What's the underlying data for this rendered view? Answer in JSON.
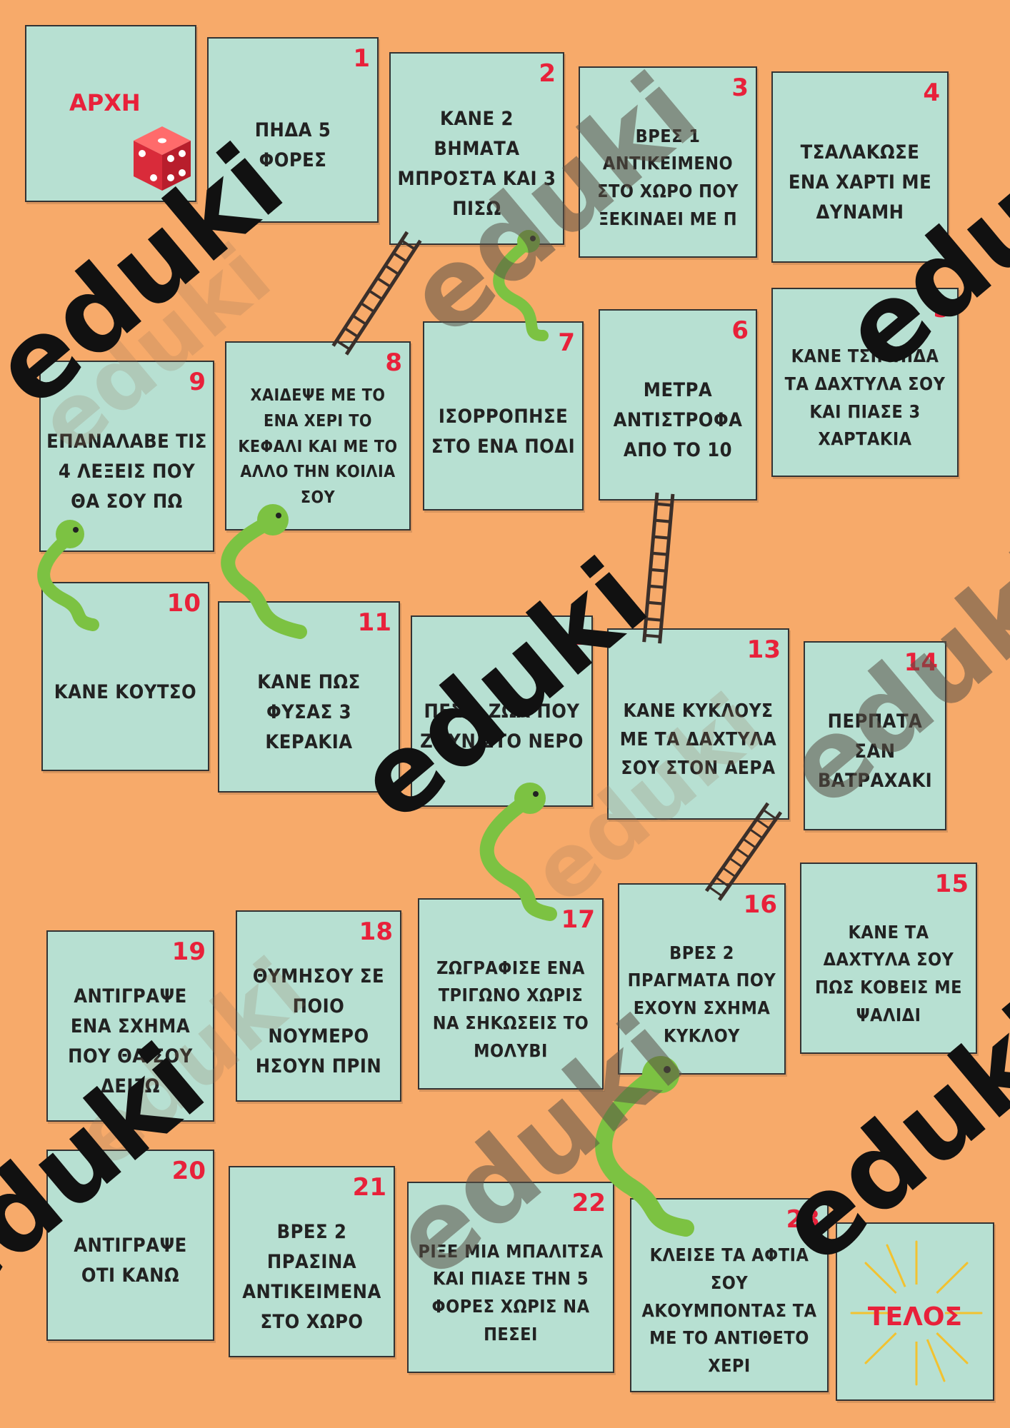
{
  "start": {
    "label": "ΑΡΧΗ"
  },
  "end": {
    "label": "ΤΕΛΟΣ"
  },
  "watermark": "eduki",
  "tiles": [
    {
      "n": "1",
      "text": "ΠΗΔΑ 5 ΦΟΡΕΣ"
    },
    {
      "n": "2",
      "text": "ΚΑΝΕ 2 ΒΗΜΑΤΑ ΜΠΡΟΣΤΑ ΚΑΙ 3 ΠΙΣΩ"
    },
    {
      "n": "3",
      "text": "ΒΡΕΣ 1 ΑΝΤΙΚΕΙΜΕΝΟ ΣΤΟ ΧΩΡΟ ΠΟΥ ΞΕΚΙΝΑΕΙ ΜΕ Π"
    },
    {
      "n": "4",
      "text": "ΤΣΑΛΑΚΩΣΕ ΕΝΑ ΧΑΡΤΙ ΜΕ ΔΥΝΑΜΗ"
    },
    {
      "n": "5",
      "text": "ΚΑΝΕ ΤΣΙΜΠΙΔΑ ΤΑ ΔΑΧΤΥΛΑ ΣΟΥ ΚΑΙ ΠΙΑΣΕ 3 ΧΑΡΤΑΚΙΑ"
    },
    {
      "n": "6",
      "text": "ΜΕΤΡΑ ΑΝΤΙΣΤΡΟΦΑ ΑΠΟ ΤΟ 10"
    },
    {
      "n": "7",
      "text": "ΙΣΟΡΡΟΠΗΣΕ ΣΤΟ ΕΝΑ ΠΟΔΙ"
    },
    {
      "n": "8",
      "text": "ΧΑΙΔΕΨΕ ΜΕ ΤΟ ΕΝΑ ΧΕΡΙ ΤΟ ΚΕΦΑΛΙ ΚΑΙ ΜΕ ΤΟ ΑΛΛΟ ΤΗΝ ΚΟΙΛΙΑ ΣΟΥ"
    },
    {
      "n": "9",
      "text": "ΕΠΑΝΑΛΑΒΕ ΤΙΣ 4 ΛΕΞΕΙΣ ΠΟΥ ΘΑ ΣΟΥ ΠΩ"
    },
    {
      "n": "10",
      "text": "ΚΑΝΕ ΚΟΥΤΣΟ"
    },
    {
      "n": "11",
      "text": "ΚΑΝΕ ΠΩΣ ΦΥΣΑΣ 3 ΚΕΡΑΚΙΑ"
    },
    {
      "n": "12",
      "text": "ΠΕΣ 3 ΖΩΑ ΠΟΥ ΖΟΥΝ ΣΤΟ ΝΕΡΟ"
    },
    {
      "n": "13",
      "text": "ΚΑΝΕ ΚΥΚΛΟΥΣ ΜΕ ΤΑ ΔΑΧΤΥΛΑ ΣΟΥ ΣΤΟΝ ΑΕΡΑ"
    },
    {
      "n": "14",
      "text": "ΠΕΡΠΑΤΑ ΣΑΝ ΒΑΤΡΑΧΑΚΙ"
    },
    {
      "n": "15",
      "text": "ΚΑΝΕ ΤΑ ΔΑΧΤΥΛΑ ΣΟΥ ΠΩΣ ΚΟΒΕΙΣ ΜΕ ΨΑΛΙΔΙ"
    },
    {
      "n": "16",
      "text": "ΒΡΕΣ 2 ΠΡΑΓΜΑΤΑ ΠΟΥ ΕΧΟΥΝ ΣΧΗΜΑ ΚΥΚΛΟΥ"
    },
    {
      "n": "17",
      "text": "ΖΩΓΡΑΦΙΣΕ ΕΝΑ ΤΡΙΓΩΝΟ ΧΩΡΙΣ ΝΑ ΣΗΚΩΣΕΙΣ ΤΟ ΜΟΛΥΒΙ"
    },
    {
      "n": "18",
      "text": "ΘΥΜΗΣΟΥ ΣΕ ΠΟΙΟ ΝΟΥΜΕΡΟ ΗΣΟΥΝ ΠΡΙΝ"
    },
    {
      "n": "19",
      "text": "ΑΝΤΙΓΡΑΨΕ ΕΝΑ ΣΧΗΜΑ ΠΟΥ ΘΑ ΣΟΥ ΔΕΙΞΩ"
    },
    {
      "n": "20",
      "text": "ΑΝΤΙΓΡΑΨΕ ΟΤΙ ΚΑΝΩ"
    },
    {
      "n": "21",
      "text": "ΒΡΕΣ 2 ΠΡΑΣΙΝΑ ΑΝΤΙΚΕΙΜΕΝΑ ΣΤΟ ΧΩΡΟ"
    },
    {
      "n": "22",
      "text": "ΡΙΞΕ ΜΙΑ ΜΠΑΛΙΤΣΑ ΚΑΙ ΠΙΑΣΕ ΤΗΝ 5 ΦΟΡΕΣ ΧΩΡΙΣ ΝΑ ΠΕΣΕΙ"
    },
    {
      "n": "23",
      "text": "ΚΛΕΙΣΕ ΤΑ ΑΦΤΙΑ ΣΟΥ ΑΚΟΥΜΠΟΝΤΑΣ ΤΑ ΜΕ ΤΟ ΑΝΤΙΘΕΤΟ ΧΕΡΙ"
    }
  ],
  "colors": {
    "background": "#f7aa6a",
    "tile": "#b7e0d2",
    "number": "#e8213a",
    "snake": "#7cc242",
    "snake_spots": "#f2d533",
    "ladder": "#3a2f2a"
  }
}
